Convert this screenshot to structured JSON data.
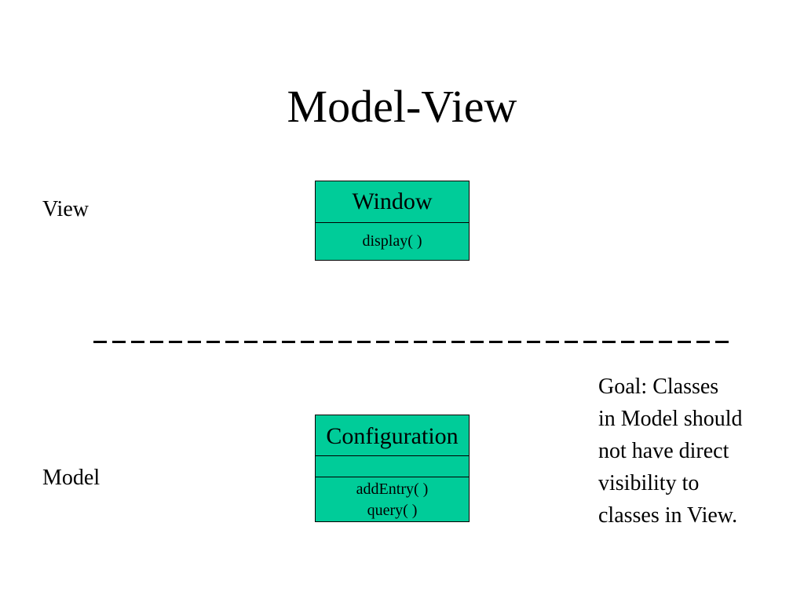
{
  "title": "Model-View",
  "layers": {
    "view": "View",
    "model": "Model"
  },
  "classes": {
    "window": {
      "name": "Window",
      "operations": [
        "display( )"
      ]
    },
    "configuration": {
      "name": "Configuration",
      "operations": [
        "addEntry( )",
        "query( )"
      ]
    }
  },
  "colors": {
    "class_fill": "#00cc99"
  },
  "note": "Goal:  Classes\nin Model should\nnot have direct\nvisibility to\nclasses in View."
}
